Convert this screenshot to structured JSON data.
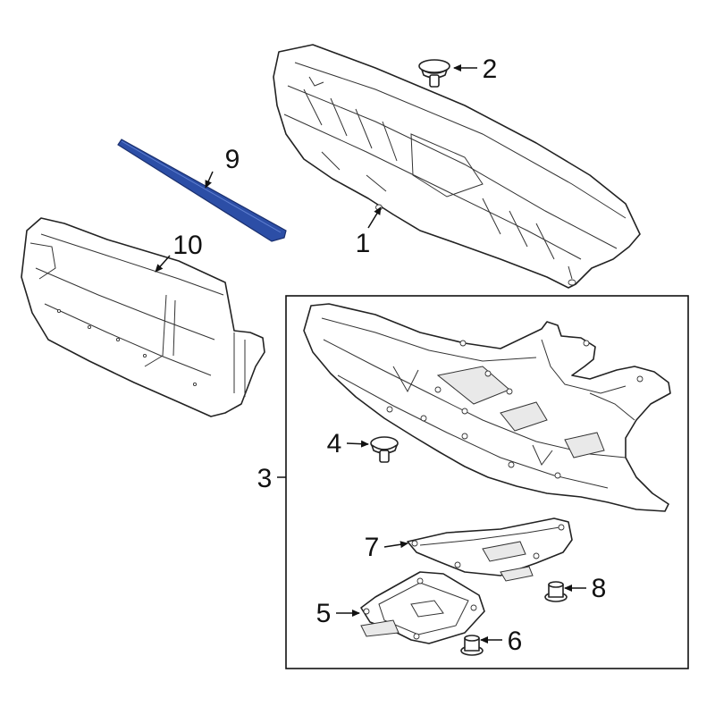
{
  "colors": {
    "highlight": "#2c4ea6",
    "line": "#222222",
    "background": "#ffffff"
  },
  "callouts": {
    "c1": "1",
    "c2": "2",
    "c3": "3",
    "c4": "4",
    "c5": "5",
    "c6": "6",
    "c7": "7",
    "c8": "8",
    "c9": "9",
    "c10": "10"
  }
}
